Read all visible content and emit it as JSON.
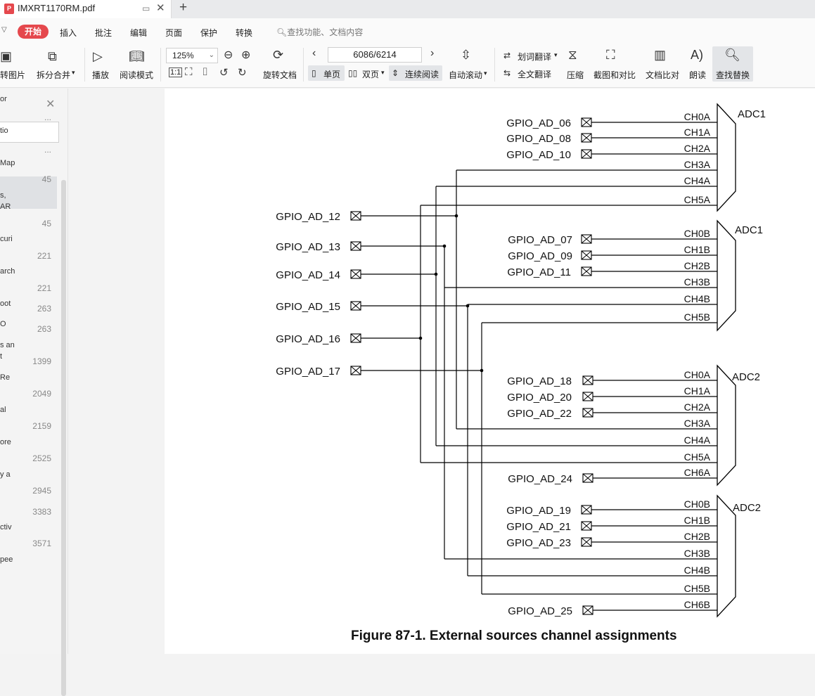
{
  "tab": {
    "title": "IMXRT1170RM.pdf"
  },
  "menu": {
    "start": "开始",
    "items": [
      "插入",
      "批注",
      "编辑",
      "页面",
      "保护",
      "转换"
    ],
    "search": "查找功能、文档内容"
  },
  "toolbar": {
    "to_image": "转图片",
    "split_merge": "拆分合并",
    "play": "播放",
    "read_mode": "阅读模式",
    "zoom": "125%",
    "page": "6086/6214",
    "rotate": "旋转文档",
    "single": "单页",
    "double": "双页",
    "continuous": "连续阅读",
    "auto_scroll": "自动滚动",
    "word_translate": "划词翻译",
    "full_translate": "全文翻译",
    "compress": "压缩",
    "screenshot_compare": "截图和对比",
    "doc_compare": "文档比对",
    "read_aloud": "朗读",
    "find_replace": "查找替换"
  },
  "sidebar": {
    "items": [
      {
        "label": "or",
        "num": "..."
      },
      {
        "label": "tio",
        "num": "..."
      },
      {
        "label": "Map",
        "num": "45"
      },
      {
        "label": "s,",
        "label2": "AR",
        "num": "45"
      },
      {
        "label": "curi",
        "num": "221"
      },
      {
        "label": "arch",
        "num": "221"
      },
      {
        "label": "oot",
        "num": "263"
      },
      {
        "label": "O",
        "num": "263"
      },
      {
        "label": "s an",
        "label2": "t",
        "num": "1399"
      },
      {
        "label": "Re",
        "num": "2049"
      },
      {
        "label": "al",
        "num": "2159"
      },
      {
        "label": "ore",
        "num": "2525"
      },
      {
        "label": "y a",
        "num": "2945"
      },
      {
        "label": "",
        "num": "3383"
      },
      {
        "label": "ctiv",
        "num": "3571"
      },
      {
        "label": "pee",
        "num": ""
      }
    ]
  },
  "figure": {
    "caption": "Figure 87-1. External sources channel assignments",
    "blocks": [
      {
        "name": "ADC1",
        "channels": [
          "CH0A",
          "CH1A",
          "CH2A",
          "CH3A",
          "CH4A",
          "CH5A"
        ]
      },
      {
        "name": "ADC1",
        "channels": [
          "CH0B",
          "CH1B",
          "CH2B",
          "CH3B",
          "CH4B",
          "CH5B"
        ]
      },
      {
        "name": "ADC2",
        "channels": [
          "CH0A",
          "CH1A",
          "CH2A",
          "CH3A",
          "CH4A",
          "CH5A",
          "CH6A"
        ]
      },
      {
        "name": "ADC2",
        "channels": [
          "CH0B",
          "CH1B",
          "CH2B",
          "CH3B",
          "CH4B",
          "CH5B",
          "CH6B"
        ]
      }
    ],
    "shared_pins": [
      "GPIO_AD_12",
      "GPIO_AD_13",
      "GPIO_AD_14",
      "GPIO_AD_15",
      "GPIO_AD_16",
      "GPIO_AD_17"
    ],
    "direct_pins": [
      [
        "GPIO_AD_06",
        "GPIO_AD_08",
        "GPIO_AD_10"
      ],
      [
        "GPIO_AD_07",
        "GPIO_AD_09",
        "GPIO_AD_11"
      ],
      [
        "GPIO_AD_18",
        "GPIO_AD_20",
        "GPIO_AD_22",
        "GPIO_AD_24"
      ],
      [
        "GPIO_AD_19",
        "GPIO_AD_21",
        "GPIO_AD_23",
        "GPIO_AD_25"
      ]
    ]
  },
  "colors": {
    "accent": "#e5484d",
    "highlight": "#e3e5e8"
  }
}
